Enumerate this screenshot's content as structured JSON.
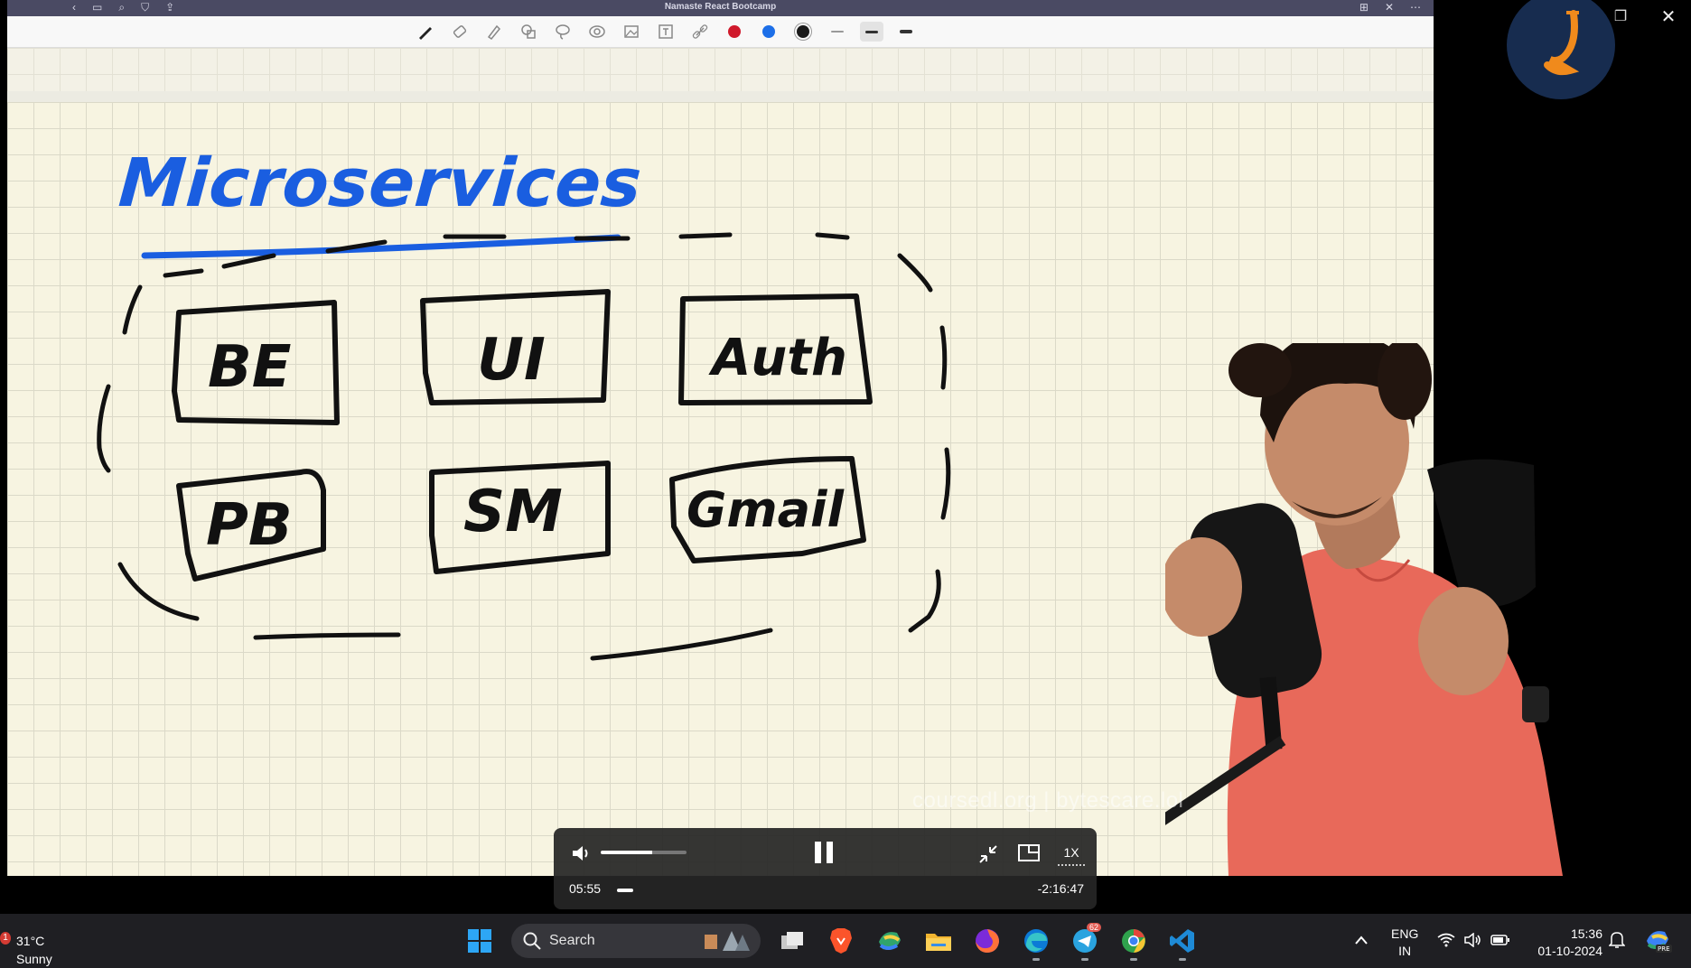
{
  "notes_app": {
    "title": "Namaste React Bootcamp",
    "toolbar": {
      "tools": [
        "pen-icon",
        "eraser-icon",
        "highlighter-icon",
        "shapes-icon",
        "lasso-icon",
        "camera-icon",
        "image-icon",
        "text-icon",
        "link-icon"
      ],
      "colors": [
        "#d0192b",
        "#1d6fe8",
        "#1a1a1a"
      ],
      "pen_sizes": [
        "thin",
        "medium",
        "thick"
      ]
    }
  },
  "canvas": {
    "title": "Microservices",
    "boxes": [
      "BE",
      "UI",
      "Auth",
      "PB",
      "SM",
      "Gmail"
    ],
    "ink_blue": "#1a5ee0",
    "ink_black": "#111111"
  },
  "watermark": "coursedl.org | bytescare.lol",
  "player": {
    "current_time": "05:55",
    "remaining_time": "-2:16:47",
    "speed": "1X",
    "volume_level": 0.6,
    "progress": 0.04,
    "controls": [
      "volume-icon",
      "pause-icon",
      "collapse-icon",
      "picture-in-picture-icon",
      "speed-icon"
    ]
  },
  "taskbar": {
    "weather": {
      "badge": "1",
      "temp": "31°C",
      "condition": "Sunny"
    },
    "search_label": "Search",
    "apps": [
      "task-view",
      "brave",
      "copilot",
      "file-explorer",
      "firefox",
      "edge",
      "telegram",
      "chrome",
      "vscode"
    ],
    "telegram_badge": "62",
    "lang": {
      "line1": "ENG",
      "line2": "IN"
    },
    "clock": {
      "time": "15:36",
      "date": "01-10-2024"
    }
  },
  "colors": {
    "notes_bg": "#f7f4e1",
    "grid": "#dbd9c8",
    "player_bg": "#262626",
    "taskbar_bg": "#1f1f23"
  }
}
